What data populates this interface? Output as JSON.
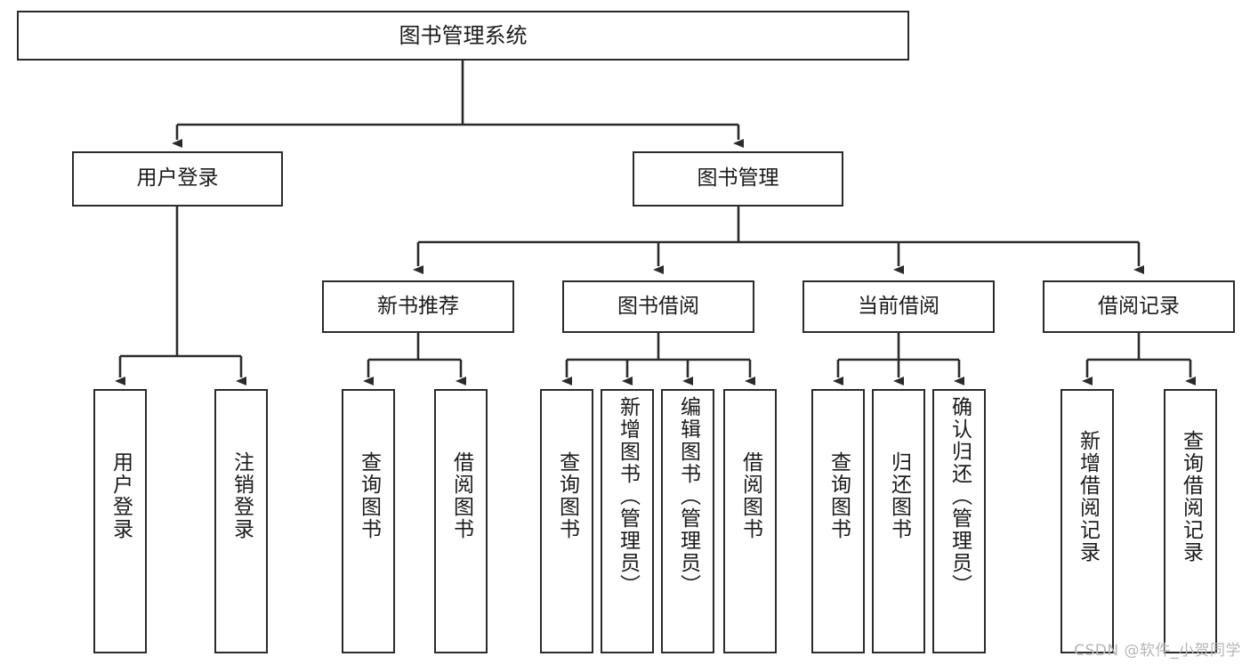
{
  "diagram": {
    "title": "图书管理系统",
    "type": "tree-hierarchy-diagram",
    "watermark": "CSDN @软件_小贺同学",
    "colors": {
      "box_border": "#2b2b2b",
      "box_fill": "#ffffff",
      "connector": "#2b2b2b",
      "text": "#1b1b1b",
      "watermark": "#b6b6b6"
    },
    "root": {
      "label": "图书管理系统"
    },
    "level2": [
      {
        "id": "user-login",
        "label": "用户登录"
      },
      {
        "id": "book-management",
        "label": "图书管理"
      }
    ],
    "level3": [
      {
        "id": "new-book-recommend",
        "label": "新书推荐",
        "parent": "book-management"
      },
      {
        "id": "book-borrow",
        "label": "图书借阅",
        "parent": "book-management"
      },
      {
        "id": "current-borrow",
        "label": "当前借阅",
        "parent": "book-management"
      },
      {
        "id": "borrow-record",
        "label": "借阅记录",
        "parent": "book-management"
      }
    ],
    "leaves": [
      {
        "id": "leaf-user-login",
        "label": "用户登录",
        "parent": "user-login"
      },
      {
        "id": "leaf-logout",
        "label": "注销登录",
        "parent": "user-login"
      },
      {
        "id": "leaf-query-book-1",
        "label": "查询图书",
        "parent": "new-book-recommend"
      },
      {
        "id": "leaf-borrow-book-1",
        "label": "借阅图书",
        "parent": "new-book-recommend"
      },
      {
        "id": "leaf-query-book-2",
        "label": "查询图书",
        "parent": "book-borrow"
      },
      {
        "id": "leaf-add-book",
        "label": "新增图书（管理员）",
        "parent": "book-borrow"
      },
      {
        "id": "leaf-edit-book",
        "label": "编辑图书（管理员）",
        "parent": "book-borrow"
      },
      {
        "id": "leaf-borrow-book-2",
        "label": "借阅图书",
        "parent": "book-borrow"
      },
      {
        "id": "leaf-query-book-3",
        "label": "查询图书",
        "parent": "current-borrow"
      },
      {
        "id": "leaf-return-book",
        "label": "归还图书",
        "parent": "current-borrow"
      },
      {
        "id": "leaf-confirm-return",
        "label": "确认归还（管理员）",
        "parent": "current-borrow"
      },
      {
        "id": "leaf-add-record",
        "label": "新增借阅记录",
        "parent": "borrow-record"
      },
      {
        "id": "leaf-query-record",
        "label": "查询借阅记录",
        "parent": "borrow-record"
      }
    ]
  }
}
